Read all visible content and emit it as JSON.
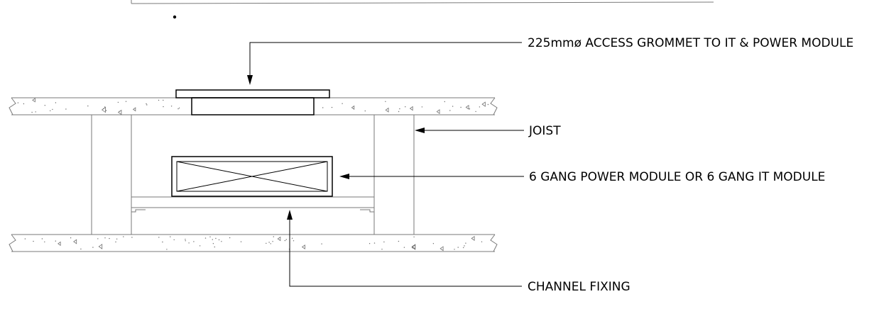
{
  "labels": {
    "grommet": "225mmø ACCESS GROMMET TO IT & POWER MODULE",
    "joist": "JOIST",
    "module": "6 GANG POWER MODULE OR 6 GANG IT MODULE",
    "channel": "CHANNEL FIXING"
  },
  "colors": {
    "line": "#000000",
    "concrete_line": "#7a7a7a",
    "background": "#ffffff"
  }
}
